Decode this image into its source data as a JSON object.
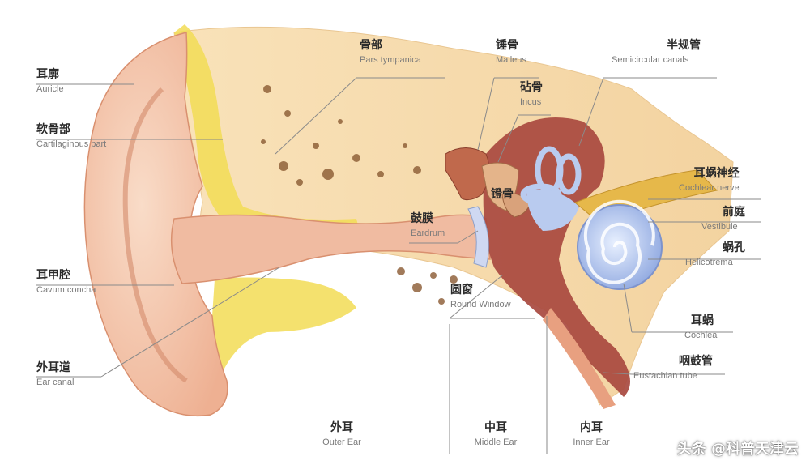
{
  "labels": {
    "auricle": {
      "zh": "耳廓",
      "en": "Auricle"
    },
    "cartilage": {
      "zh": "软骨部",
      "en": "Cartilaginous part"
    },
    "concha": {
      "zh": "耳甲腔",
      "en": "Cavum concha"
    },
    "ear_canal": {
      "zh": "外耳道",
      "en": "Ear canal"
    },
    "bone": {
      "zh": "骨部",
      "en": "Pars tympanica"
    },
    "malleus": {
      "zh": "锤骨",
      "en": "Malleus"
    },
    "incus": {
      "zh": "砧骨",
      "en": "Incus"
    },
    "semicircular": {
      "zh": "半规管",
      "en": "Semicircular canals"
    },
    "cochlear_nerve": {
      "zh": "耳蜗神经",
      "en": "Cochlear nerve"
    },
    "vestibule": {
      "zh": "前庭",
      "en": "Vestibule"
    },
    "helicotrema": {
      "zh": "蜗孔",
      "en": "Helicotrema"
    },
    "eardrum": {
      "zh": "鼓膜",
      "en": "Eardrum"
    },
    "stapes": {
      "zh": "镫骨"
    },
    "round_window": {
      "zh": "圆窗",
      "en": "Round Window"
    },
    "cochlea": {
      "zh": "耳蜗",
      "en": "Cochlea"
    },
    "eustachian": {
      "zh": "咽鼓管",
      "en": "Eustachian tube"
    },
    "outer_ear": {
      "zh": "外耳",
      "en": "Outer Ear"
    },
    "middle_ear": {
      "zh": "中耳",
      "en": "Middle Ear"
    },
    "inner_ear": {
      "zh": "内耳",
      "en": "Inner Ear"
    }
  },
  "watermark": "头条 @科普天津云",
  "colors": {
    "skin": "#f3c3a6",
    "skin_dark": "#e8a080",
    "bone": "#f6dcae",
    "fat": "#f2dc55",
    "cavity": "#a8493f",
    "cochlea": "#9fb6ea",
    "nerve": "#e6b84a",
    "line": "#7f7f7f"
  }
}
